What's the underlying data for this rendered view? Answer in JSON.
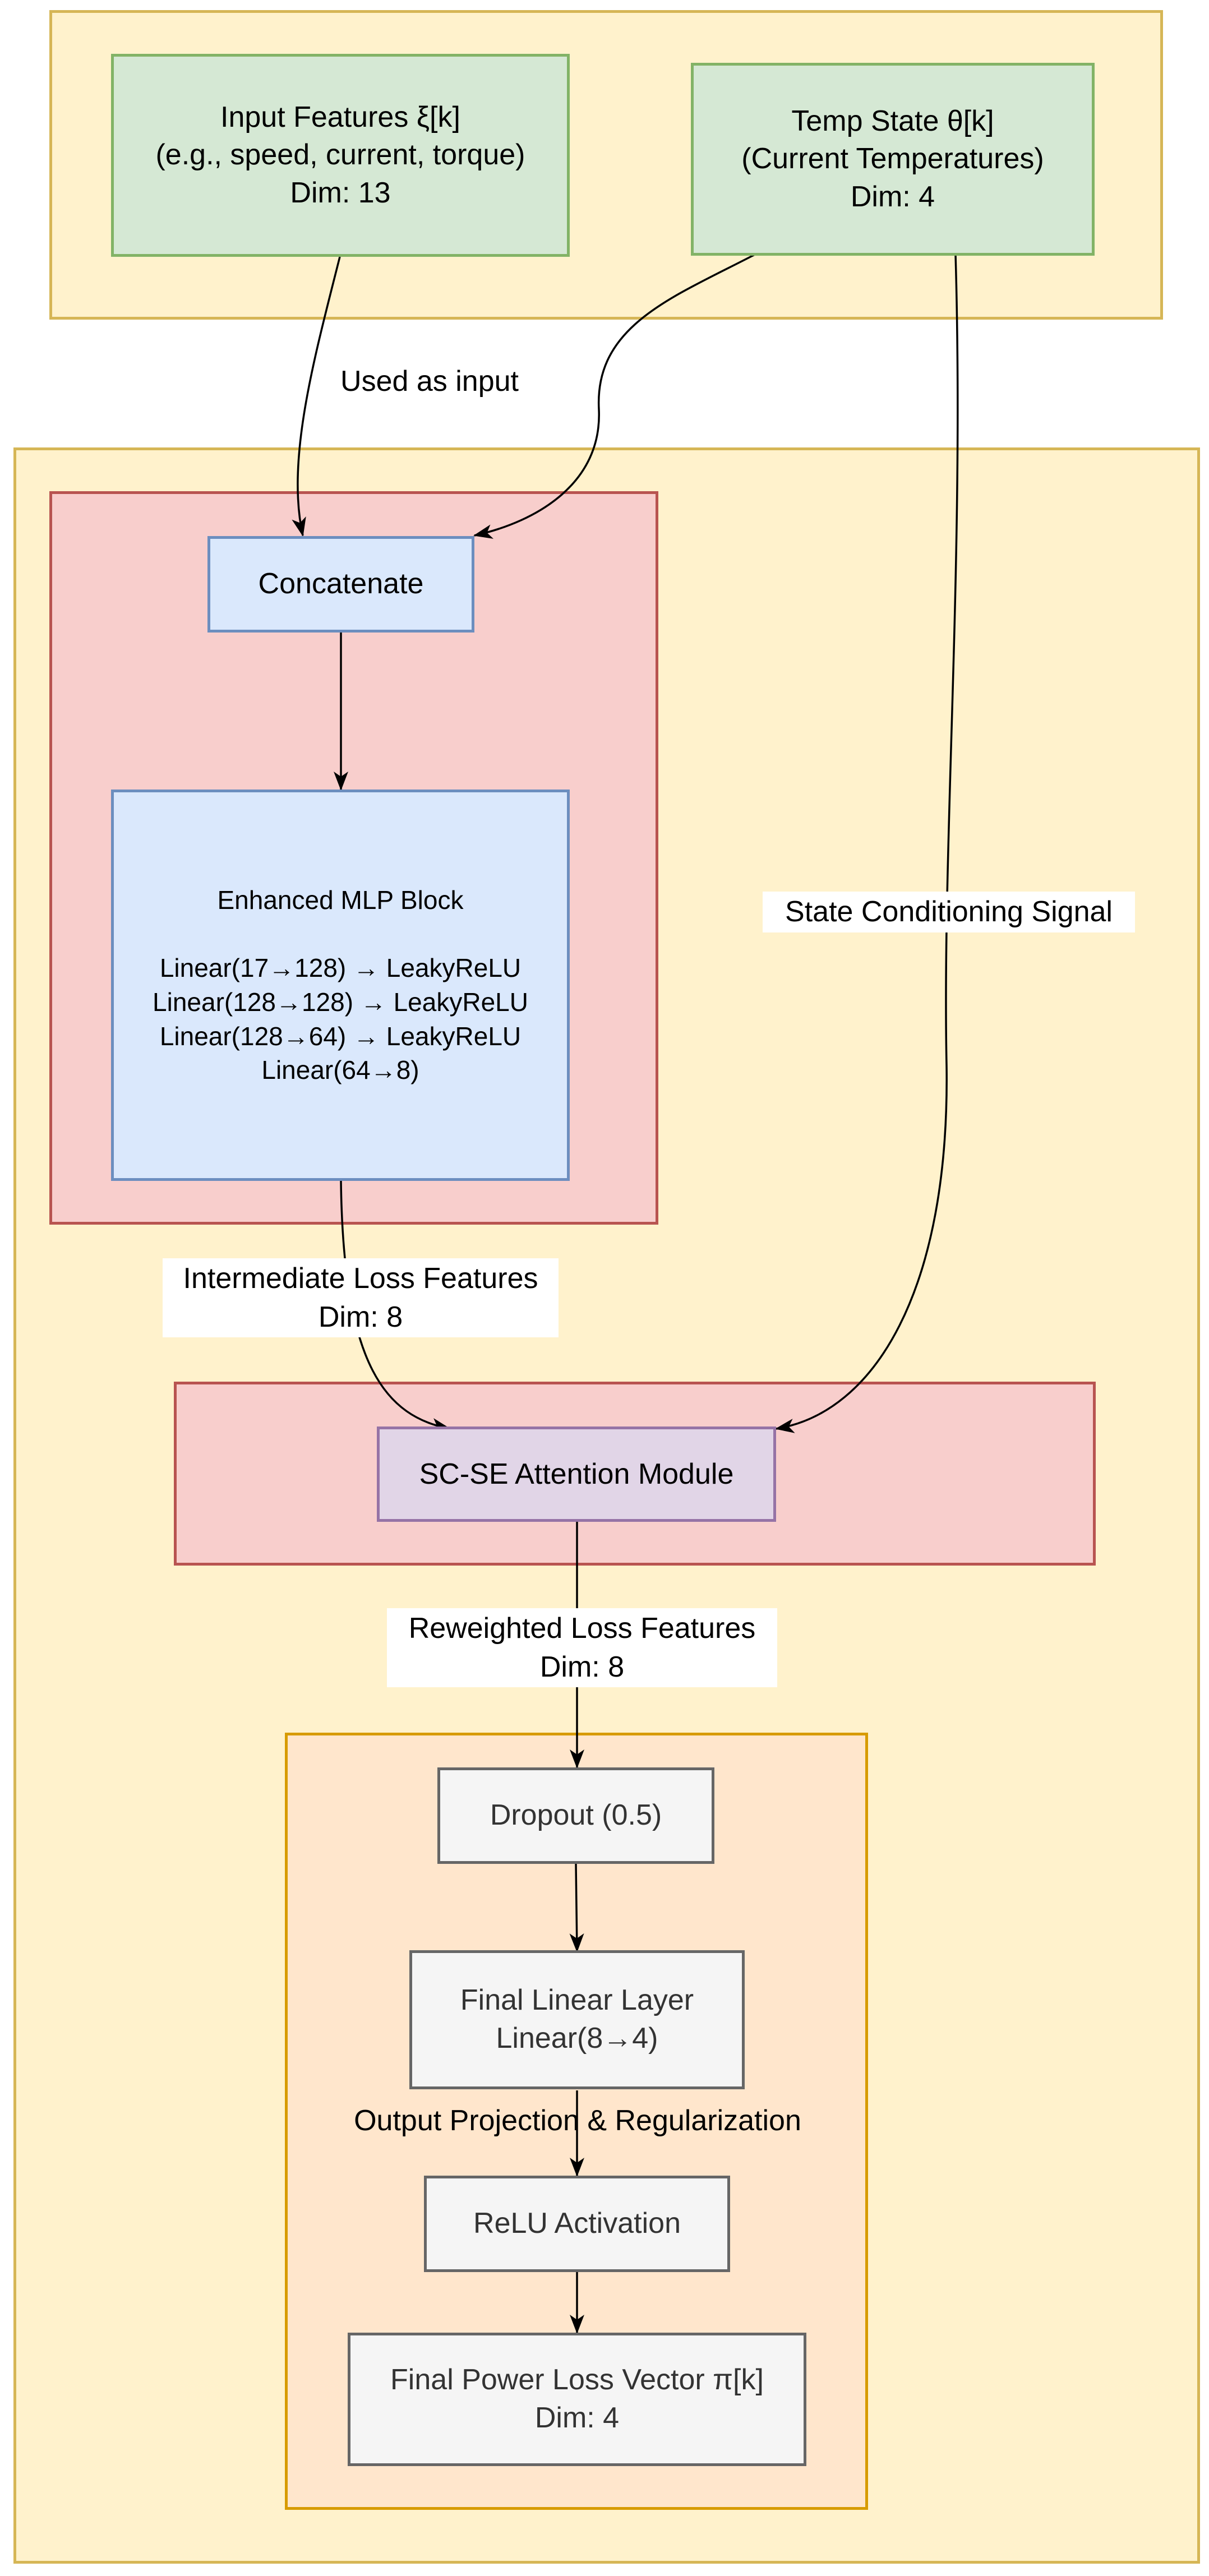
{
  "nodes": {
    "input_features": "Input Features ξ[k]\n(e.g., speed, current, torque)\nDim: 13",
    "temp_state": "Temp State θ[k]\n(Current Temperatures)\nDim: 4",
    "concatenate": "Concatenate",
    "enhanced_mlp": "Enhanced MLP Block\n\nLinear(17→128) → LeakyReLU\nLinear(128→128) → LeakyReLU\nLinear(128→64) → LeakyReLU\nLinear(64→8)",
    "scse_attention": "SC-SE Attention Module",
    "dropout": "Dropout (0.5)",
    "final_linear": "Final Linear Layer\nLinear(8→4)",
    "relu": "ReLU Activation",
    "final_output": "Final Power Loss Vector π[k]\nDim: 4"
  },
  "edge_labels": {
    "used_as_input": "Used as input",
    "state_conditioning": "State Conditioning Signal",
    "intermediate_loss": "Intermediate Loss Features\nDim: 8",
    "reweighted_loss": "Reweighted Loss Features\nDim: 8",
    "output_projection": "Output Projection & Regularization"
  },
  "colors": {
    "yellow_fill": "#fff2cc",
    "yellow_stroke": "#d6b656",
    "green_fill": "#d5e8d4",
    "green_stroke": "#82b366",
    "red_fill": "#f8cecc",
    "red_stroke": "#b85450",
    "blue_fill": "#dae8fc",
    "blue_stroke": "#6c8ebf",
    "purple_fill": "#e1d5e7",
    "purple_stroke": "#9673a6",
    "orange_fill": "#ffe6cc",
    "orange_stroke": "#d79b00",
    "gray_fill": "#f5f5f5",
    "gray_stroke": "#666666"
  }
}
